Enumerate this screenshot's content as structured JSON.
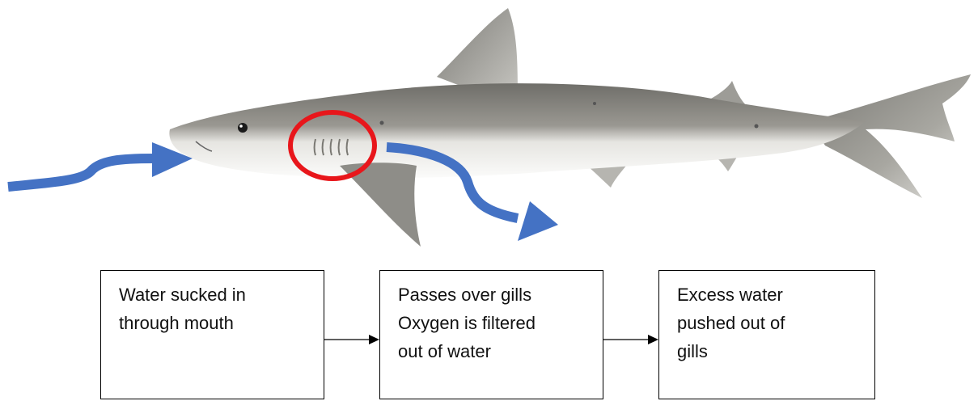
{
  "steps": [
    {
      "lines": [
        "Water sucked in",
        "through mouth"
      ]
    },
    {
      "lines": [
        "Passes over gills",
        "Oxygen is filtered",
        "out of water"
      ]
    },
    {
      "lines": [
        "Excess water",
        "pushed out of",
        "gills"
      ]
    }
  ],
  "colors": {
    "flow_arrow": "#4472c4",
    "gill_highlight": "#e8161b",
    "shark_body": "#8d8c86",
    "shark_belly": "#f4f4f2"
  }
}
